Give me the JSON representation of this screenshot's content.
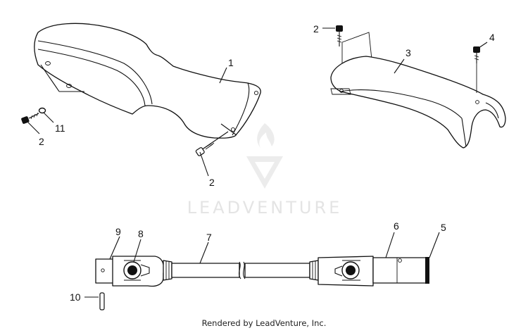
{
  "watermark": {
    "text": "LEADVENTURE",
    "color": "#e4e4e4"
  },
  "footer": {
    "text": "Rendered by LeadVenture, Inc."
  },
  "callouts": {
    "c1": "1",
    "c2a": "2",
    "c2b": "2",
    "c2c": "2",
    "c3": "3",
    "c4": "4",
    "c5": "5",
    "c6": "6",
    "c7": "7",
    "c8": "8",
    "c9": "9",
    "c10": "10",
    "c11": "11"
  }
}
